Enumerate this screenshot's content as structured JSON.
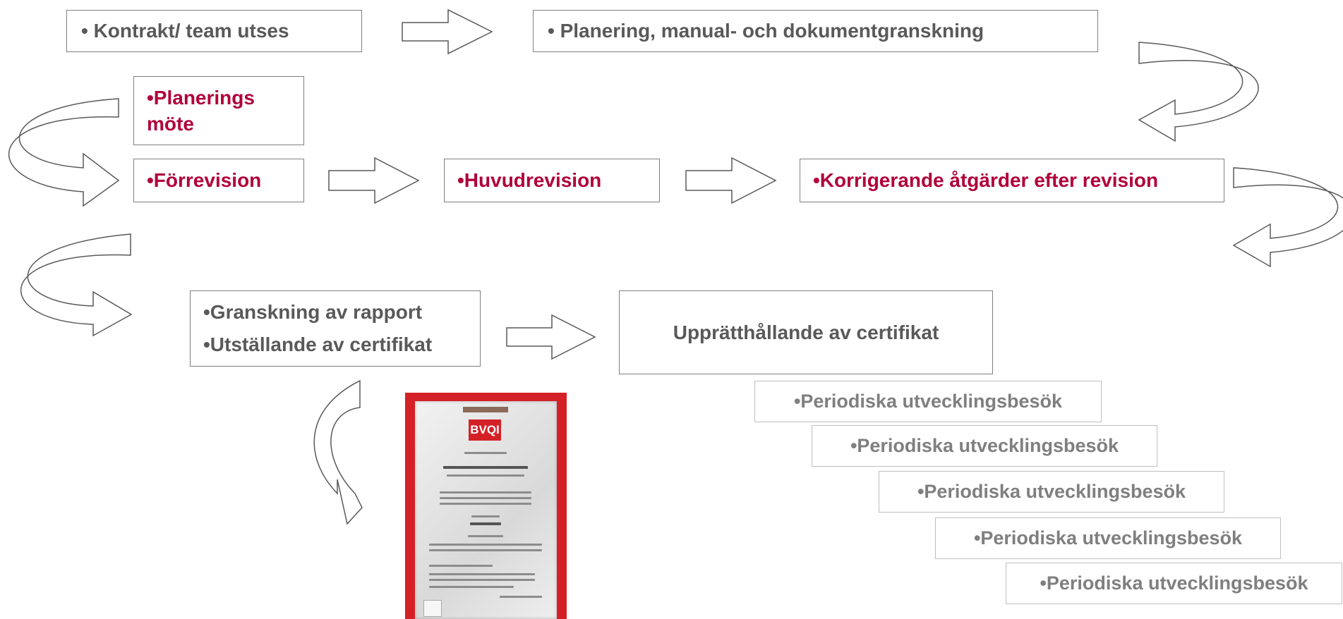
{
  "row1": {
    "contract": "• Kontrakt/ team utses",
    "planning": "• Planering, manual- och dokumentgranskning"
  },
  "row2": {
    "planning_meeting": "•Planerings möte",
    "pre_audit": "•Förrevision",
    "main_audit": "•Huvudrevision",
    "corrective": "•Korrigerande åtgärder efter revision"
  },
  "row3": {
    "report_review": "•Granskning av rapport",
    "certificate_issue": "•Utställande av certifikat",
    "maintenance": "Upprätthållande av certifikat"
  },
  "visits": [
    "•Periodiska utvecklingsbesök",
    "•Periodiska utvecklingsbesök",
    "•Periodiska utvecklingsbesök",
    "•Periodiska utvecklingsbesök",
    "•Periodiska utvecklingsbesök"
  ],
  "certificate": {
    "logo_text": "BVQI"
  },
  "colors": {
    "accent_red": "#b0003a",
    "text_grey": "#595959",
    "light_text": "#7f7f7f",
    "certificate_red": "#d42127"
  }
}
